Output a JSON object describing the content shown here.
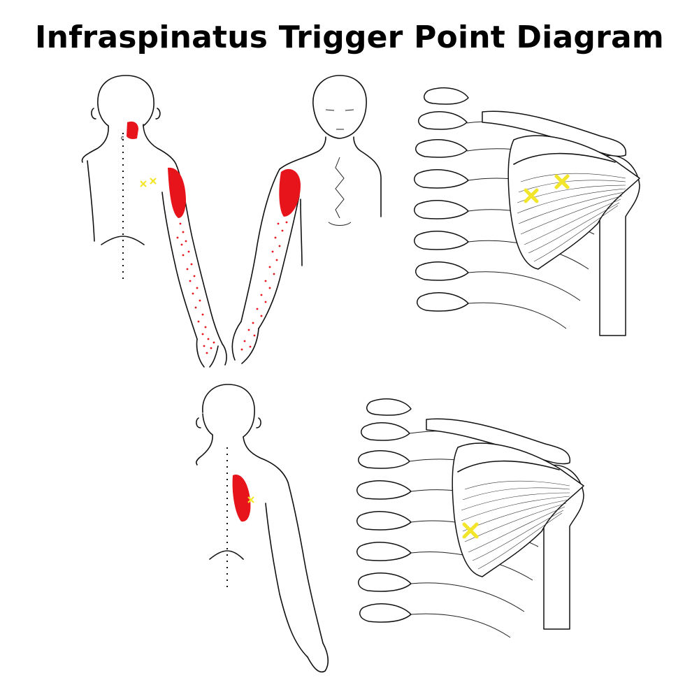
{
  "title": "Infraspinatus Trigger Point Diagram",
  "stock_id": "736132264",
  "colors": {
    "pain_referral": "#e8141c",
    "trigger_point": "#f3e52a",
    "line_art": "#111111",
    "background": "#ffffff"
  },
  "figures": [
    {
      "view": "back",
      "icon": "posterior-body-referral"
    },
    {
      "view": "front",
      "icon": "anterior-body-referral"
    },
    {
      "view": "skeleton",
      "icon": "scapula-infraspinatus-upper"
    },
    {
      "view": "back",
      "icon": "posterior-body-lower-referral"
    },
    {
      "view": "skeleton",
      "icon": "scapula-infraspinatus-lower"
    }
  ]
}
